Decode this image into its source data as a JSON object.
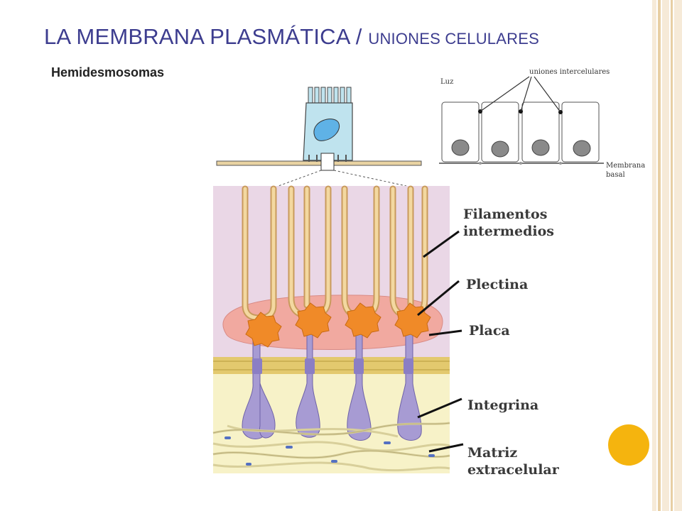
{
  "slide": {
    "title_main": "LA MEMBRANA PLASMÁTICA / ",
    "title_sub": "UNIONES CELULARES",
    "section": "Hemidesmosomas"
  },
  "colors": {
    "title": "#3d3d8f",
    "accent_dot": "#f5b40e",
    "stripe_light": "#f6ead8",
    "stripe_tan": "#e8cfa4",
    "cell_pink": "#ead7e6",
    "plaque": "#f1a9a0",
    "plectin": "#f08a28",
    "filament": "#f3d8a0",
    "integrin": "#a79bd3",
    "matrix": "#f7f2c8",
    "membrane": "#e3c96e"
  },
  "epithelium_diagram": {
    "lumen_label": "Luz",
    "junctions_label": "uniones intercelulares",
    "basal_label_line1": "Membrana",
    "basal_label_line2": "basal"
  },
  "labels": {
    "filamentos_line1": "Filamentos",
    "filamentos_line2": "intermedios",
    "plectina": "Plectina",
    "placa": "Placa",
    "integrina": "Integrina",
    "matriz_line1": "Matriz",
    "matriz_line2": "extracelular"
  }
}
